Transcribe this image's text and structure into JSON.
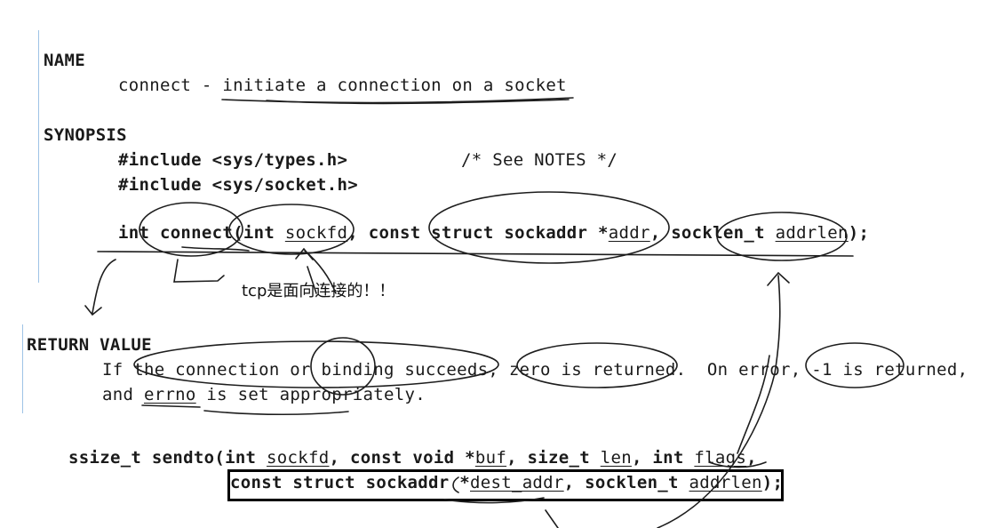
{
  "name_section": {
    "heading": "NAME",
    "cmd": "connect",
    "dash": " - ",
    "description": "initiate a connection on a socket"
  },
  "synopsis": {
    "heading": "SYNOPSIS",
    "include1": "#include <sys/types.h>",
    "include1_comment": "/* See NOTES */",
    "include2": "#include <sys/socket.h>",
    "proto": {
      "p1": "int connect(int ",
      "a1": "sockfd",
      "p2": ", const struct sockaddr *",
      "a2": "addr",
      "p3": ", socklen_t ",
      "a3": "addrlen",
      "p4": ");"
    }
  },
  "annotation_note": "tcp是面向连接的！！",
  "return_value": {
    "heading": "RETURN VALUE",
    "line1": "If the connection or binding succeeds, zero is returned.  On error, -1 is returned,",
    "line2_pre": "and ",
    "line2_errno": "errno",
    "line2_post": " is set appropriately."
  },
  "sendto": {
    "l1": {
      "p1": "ssize_t sendto(int ",
      "a1": "sockfd",
      "p2": ", const void *",
      "a2": "buf",
      "p3": ", size_t ",
      "a3": "len",
      "p4": ", int ",
      "a4": "flags",
      "p5": ","
    },
    "l2": {
      "p1": "const struct sockaddr *",
      "a1": "dest_addr",
      "p2": ", socklen_t ",
      "a2": "addrlen",
      "p3": ");"
    }
  }
}
